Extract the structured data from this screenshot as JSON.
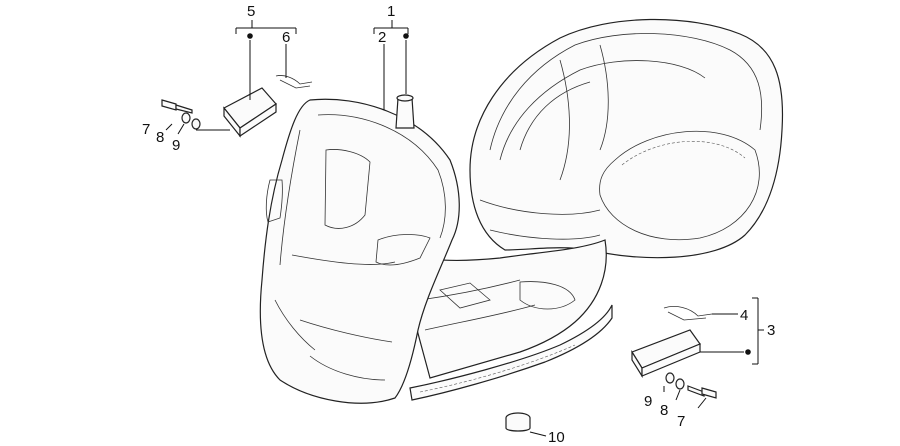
{
  "callouts": {
    "n1": "1",
    "n2": "2",
    "n3": "3",
    "n4": "4",
    "n5": "5",
    "n6": "6",
    "n7a": "7",
    "n8a": "8",
    "n9a": "9",
    "n7b": "7",
    "n8b": "8",
    "n9b": "9",
    "n10": "10"
  },
  "icons": {
    "bullet": "filled-dot"
  }
}
